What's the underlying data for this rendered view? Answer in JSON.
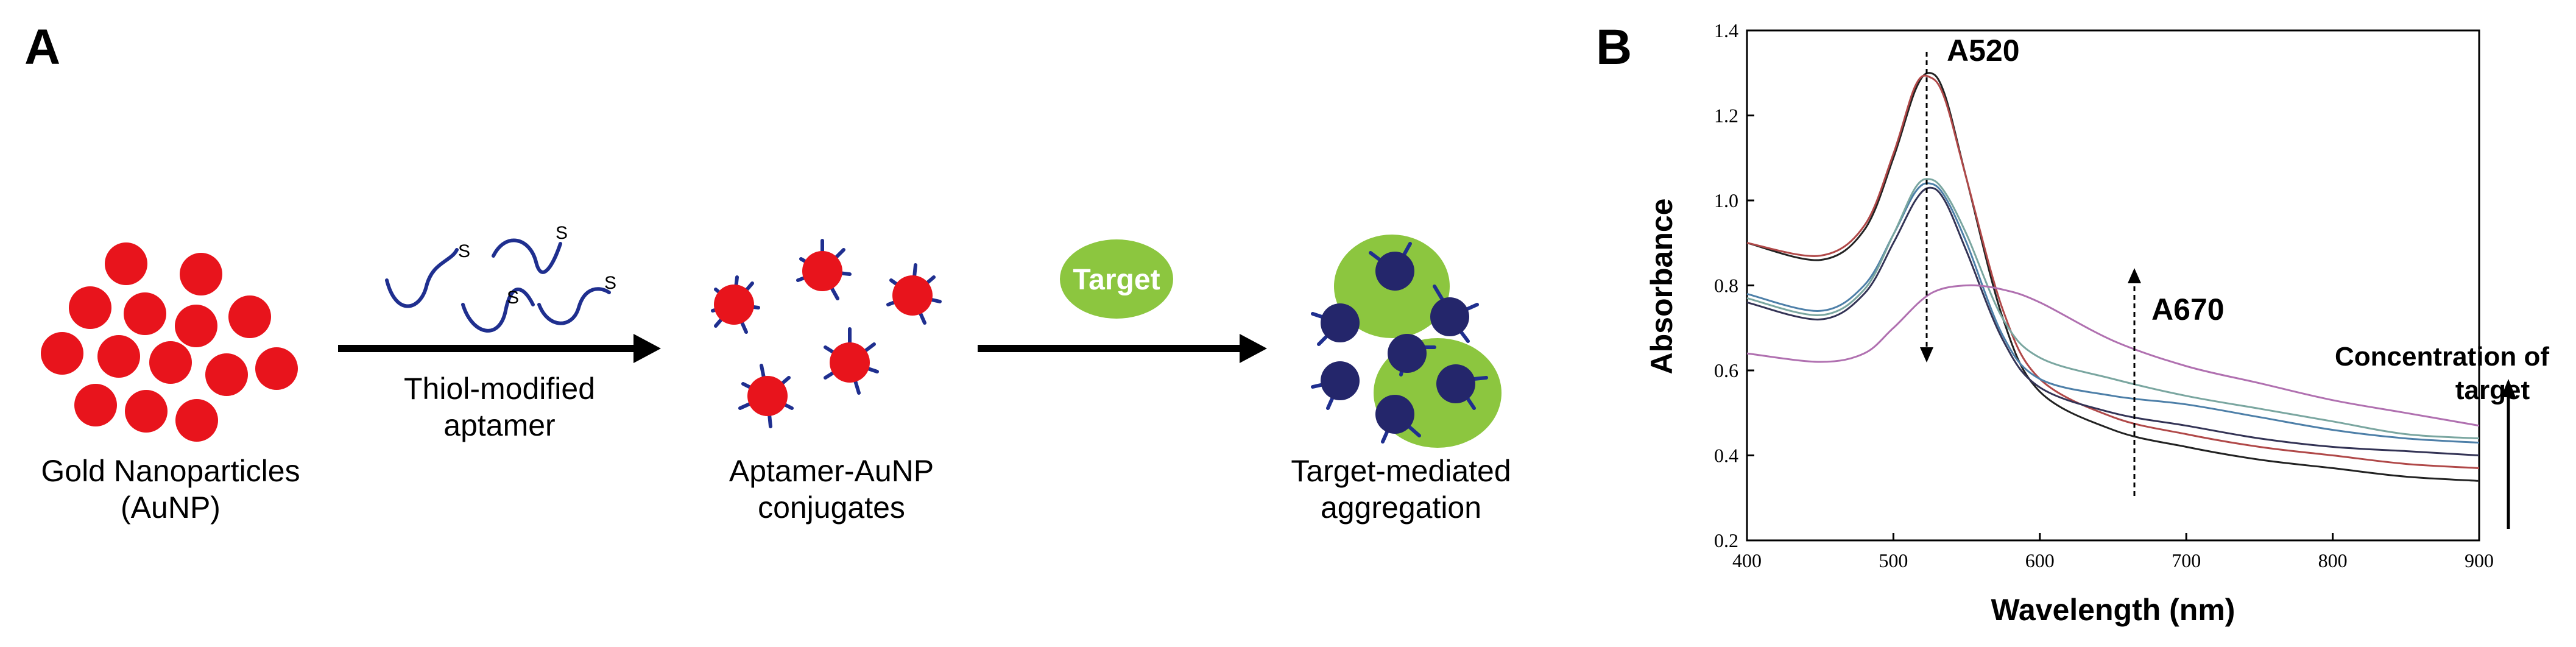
{
  "colors": {
    "gold_particle": "#e8141c",
    "aggregated_particle": "#24266b",
    "aptamer_strand": "#1f2f8f",
    "target_blob": "#8cc63f",
    "arrow": "#000000"
  },
  "panel_a": {
    "label": "A",
    "gold": {
      "line1": "Gold Nanoparticles",
      "line2": "(AuNP)"
    },
    "thiol_symbol": "S",
    "thiol": {
      "line1": "Thiol-modified",
      "line2": "aptamer"
    },
    "conjugates": {
      "line1": "Aptamer-AuNP",
      "line2": "conjugates"
    },
    "target_badge": "Target",
    "aggregation": {
      "line1": "Target-mediated",
      "line2": "aggregation"
    }
  },
  "panel_b": {
    "label": "B",
    "annotations": {
      "a520": "A520",
      "a670": "A670",
      "concentration_line1": "Concentration of",
      "concentration_line2": "target"
    }
  },
  "chart_data": {
    "type": "line",
    "xlabel": "Wavelength (nm)",
    "ylabel": "Absorbance",
    "xlim": [
      400,
      900
    ],
    "ylim": [
      0.2,
      1.4
    ],
    "x_ticks": [
      "400",
      "500",
      "600",
      "700",
      "800",
      "900"
    ],
    "y_ticks": [
      "0.2",
      "0.4",
      "0.6",
      "0.8",
      "1.0",
      "1.2",
      "1.4"
    ],
    "grid": false,
    "series": [
      {
        "color": "#222222",
        "x": [
          400,
          450,
          480,
          500,
          515,
          525,
          535,
          550,
          575,
          600,
          650,
          700,
          750,
          800,
          850,
          900
        ],
        "values": [
          0.9,
          0.86,
          0.93,
          1.1,
          1.26,
          1.3,
          1.25,
          1.05,
          0.72,
          0.55,
          0.46,
          0.42,
          0.39,
          0.37,
          0.35,
          0.34
        ]
      },
      {
        "color": "#b04848",
        "x": [
          400,
          450,
          480,
          500,
          515,
          525,
          535,
          550,
          575,
          600,
          650,
          700,
          750,
          800,
          850,
          900
        ],
        "values": [
          0.9,
          0.87,
          0.94,
          1.11,
          1.27,
          1.29,
          1.24,
          1.05,
          0.74,
          0.58,
          0.49,
          0.45,
          0.42,
          0.4,
          0.38,
          0.37
        ]
      },
      {
        "color": "#4d7fa8",
        "x": [
          400,
          450,
          480,
          500,
          515,
          525,
          535,
          550,
          575,
          600,
          650,
          700,
          750,
          800,
          850,
          900
        ],
        "values": [
          0.78,
          0.74,
          0.8,
          0.92,
          1.02,
          1.04,
          1.01,
          0.9,
          0.68,
          0.58,
          0.54,
          0.52,
          0.49,
          0.46,
          0.44,
          0.43
        ]
      },
      {
        "color": "#7aa6a0",
        "x": [
          400,
          450,
          480,
          500,
          515,
          525,
          535,
          550,
          575,
          600,
          650,
          700,
          750,
          800,
          850,
          900
        ],
        "values": [
          0.77,
          0.73,
          0.79,
          0.92,
          1.03,
          1.05,
          1.02,
          0.92,
          0.72,
          0.63,
          0.58,
          0.54,
          0.51,
          0.48,
          0.45,
          0.44
        ]
      },
      {
        "color": "#333355",
        "x": [
          400,
          450,
          480,
          500,
          515,
          525,
          535,
          550,
          575,
          600,
          650,
          700,
          750,
          800,
          850,
          900
        ],
        "values": [
          0.76,
          0.72,
          0.78,
          0.9,
          1.0,
          1.03,
          1.0,
          0.88,
          0.67,
          0.56,
          0.5,
          0.47,
          0.44,
          0.42,
          0.41,
          0.4
        ]
      },
      {
        "color": "#b070b0",
        "x": [
          400,
          450,
          480,
          500,
          525,
          550,
          575,
          600,
          650,
          700,
          750,
          800,
          850,
          900
        ],
        "values": [
          0.64,
          0.62,
          0.64,
          0.7,
          0.78,
          0.8,
          0.79,
          0.76,
          0.67,
          0.61,
          0.57,
          0.53,
          0.5,
          0.47
        ]
      }
    ]
  }
}
